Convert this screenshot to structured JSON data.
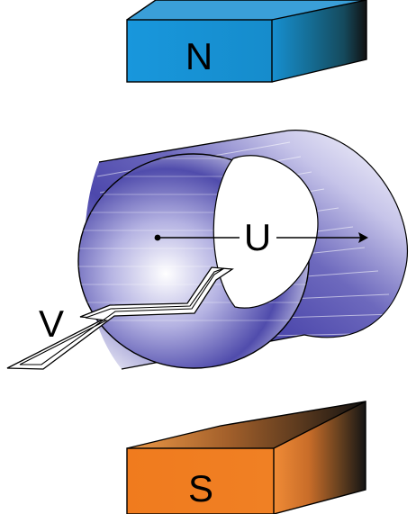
{
  "labels": {
    "north": "N",
    "south": "S",
    "flow": "U",
    "voltage": "V"
  },
  "colors": {
    "north_face": "#1a95d8",
    "north_top": "#46b5ea",
    "south_face": "#f07c1f",
    "south_top": "#f39a47",
    "tube_dark": "#4641a5",
    "tube_light": "#ffffff",
    "line": "#000000"
  }
}
